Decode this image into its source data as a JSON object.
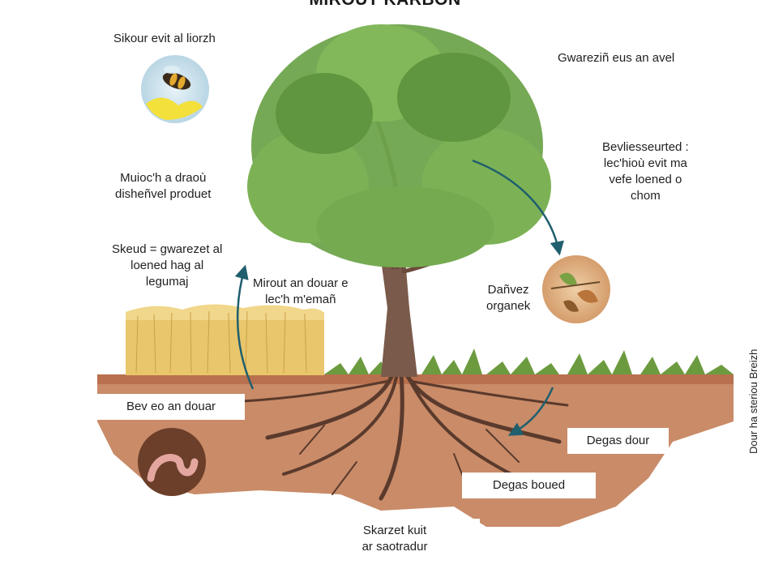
{
  "title": "MIROUT KARBON",
  "credit": "Dour ha steriou Breizh",
  "colors": {
    "soil": "#c98b68",
    "soil_top": "#b9704e",
    "foliage": "#6fa44c",
    "trunk": "#7a5a4a",
    "roots": "#5a3a2c",
    "wheat": "#e9c66b",
    "grass": "#6c9b3f",
    "arrow": "#1f5f6e"
  },
  "labels": {
    "pollinator": "Sikour evit al liorzh",
    "wind": "Gwareziñ eus an avel",
    "biodiversity": [
      "Bevliesseurted :",
      "lec'hioù evit ma",
      "vefe loened o",
      "chom"
    ],
    "diversify": [
      "Muioc'h a draoù",
      "disheñvel produet"
    ],
    "shade": [
      "Skeud = gwarezet al",
      "loened hag al",
      "legumaj"
    ],
    "keep_soil": [
      "Mirout an douar e",
      "lec'h m'emañ"
    ],
    "organic": [
      "Dañvez",
      "organek"
    ],
    "living_soil": "Bev eo an douar",
    "water": "Degas dour",
    "nutrients": "Degas boued",
    "protect": [
      "Skarzet kuit",
      "ar saotradur"
    ]
  },
  "icons": {
    "bee": "bee-icon",
    "worm": "earthworm-icon",
    "leaf_litter": "leaf-litter-icon"
  }
}
